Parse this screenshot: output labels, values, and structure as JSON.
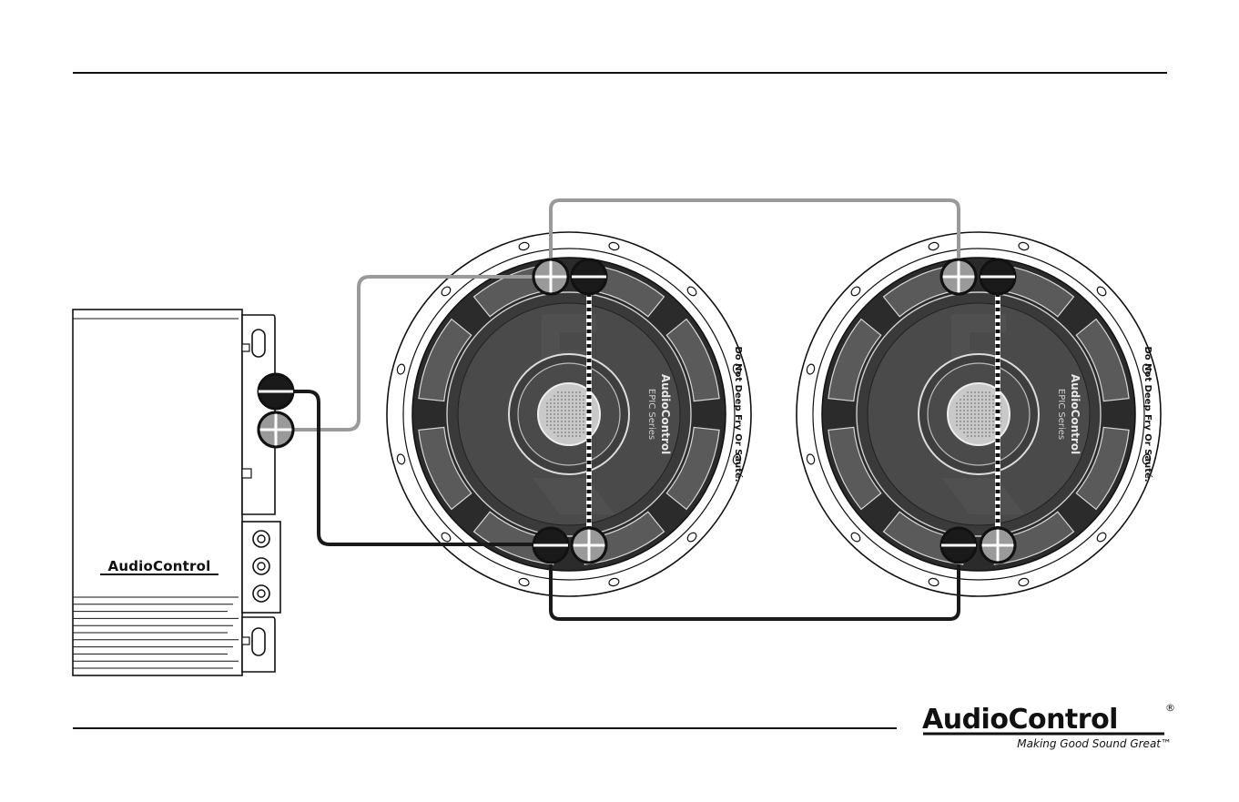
{
  "amplifier": {
    "brand": "AudioControl"
  },
  "speakers": [
    {
      "brand": "AudioControl",
      "series": "EPIC Series",
      "warning": "Do Not Deep Fry Or Sauté."
    },
    {
      "brand": "AudioControl",
      "series": "EPIC Series",
      "warning": "Do Not Deep Fry Or Sauté."
    }
  ],
  "terminals": {
    "positive": "+",
    "negative": "−"
  },
  "footer_logo": {
    "brand": "AudioControl",
    "registered": "®",
    "tagline": "Making Good Sound Great™"
  },
  "colors": {
    "positive_wire": "#9a9a9a",
    "negative_wire": "#1a1a1a",
    "speaker_cone": "#4a4a4a",
    "speaker_frame": "#2b2b2b"
  }
}
